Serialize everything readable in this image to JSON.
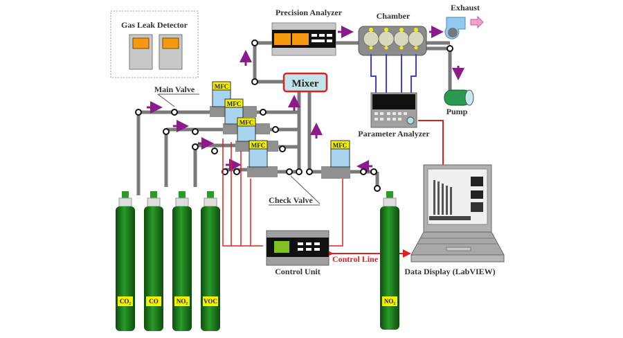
{
  "diagram": {
    "labels": {
      "gas_leak_detector": "Gas Leak Detector",
      "precision_analyzer": "Precision Analyzer",
      "chamber": "Chamber",
      "exhaust": "Exhaust",
      "mixer": "Mixer",
      "main_valve": "Main Valve",
      "pump": "Pump",
      "parameter_analyzer": "Parameter Analyzer",
      "check_valve": "Check Valve",
      "control_unit": "Control Unit",
      "control_line": "Control Line",
      "data_display": "Data Display (LabVIEW)"
    },
    "mfc_label": "MFC",
    "mfcs": [
      "MFC",
      "MFC",
      "MFC",
      "MFC",
      "MFC"
    ],
    "cylinders": [
      "CO₂",
      "CO",
      "NO₂",
      "VOC",
      "NO₂"
    ],
    "colors": {
      "cylinder": "#1e7a1e",
      "pipe": "#808080",
      "arrow": "#8b1a8b",
      "control_wire": "#e02020",
      "signal_wire": "#4040d0",
      "mfc_body": "#a8d4f0",
      "label_yellow": "#f5f000",
      "analyzer_orange": "#f59a10",
      "mixer_fill": "#bfe4ec"
    }
  }
}
